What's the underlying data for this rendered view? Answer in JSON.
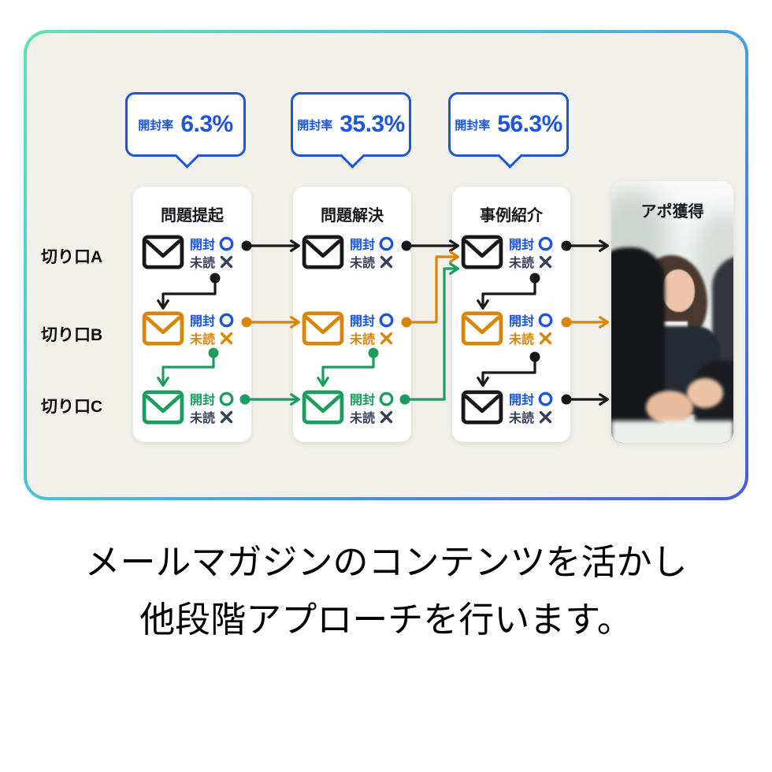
{
  "colors": {
    "panel_border_start": "#5be3b4",
    "panel_border_end": "#4a58e6",
    "panel_background": "#f2f0ea",
    "accent_blue": "#1b55d9",
    "accent_orange": "#d8860a",
    "accent_green": "#1d9c60",
    "ink_navy": "#35405a",
    "ink_black": "#181818"
  },
  "callouts": [
    {
      "label": "開封率",
      "value": "6.3%"
    },
    {
      "label": "開封率",
      "value": "35.3%"
    },
    {
      "label": "開封率",
      "value": "56.3%"
    }
  ],
  "row_labels": [
    "切り口A",
    "切り口B",
    "切り口C"
  ],
  "columns": [
    {
      "title": "問題提起",
      "rows": [
        {
          "opened_label": "開封",
          "unread_label": "未読",
          "mail_color": "black",
          "opened_color": "blue",
          "unread_color": "navy"
        },
        {
          "opened_label": "開封",
          "unread_label": "未読",
          "mail_color": "orange",
          "opened_color": "blue",
          "unread_color": "orange"
        },
        {
          "opened_label": "開封",
          "unread_label": "未読",
          "mail_color": "green",
          "opened_color": "green",
          "unread_color": "navy"
        }
      ]
    },
    {
      "title": "問題解決",
      "rows": [
        {
          "opened_label": "開封",
          "unread_label": "未読",
          "mail_color": "black",
          "opened_color": "blue",
          "unread_color": "navy"
        },
        {
          "opened_label": "開封",
          "unread_label": "未読",
          "mail_color": "orange",
          "opened_color": "blue",
          "unread_color": "orange"
        },
        {
          "opened_label": "開封",
          "unread_label": "未読",
          "mail_color": "green",
          "opened_color": "green",
          "unread_color": "navy"
        }
      ]
    },
    {
      "title": "事例紹介",
      "rows": [
        {
          "opened_label": "開封",
          "unread_label": "未読",
          "mail_color": "black",
          "opened_color": "blue",
          "unread_color": "navy"
        },
        {
          "opened_label": "開封",
          "unread_label": "未読",
          "mail_color": "orange",
          "opened_color": "blue",
          "unread_color": "orange"
        },
        {
          "opened_label": "開封",
          "unread_label": "未読",
          "mail_color": "black",
          "opened_color": "blue",
          "unread_color": "navy"
        }
      ]
    }
  ],
  "photo": {
    "title": "アポ獲得",
    "alt": "商談中のビジネスパーソンの写真"
  },
  "caption": {
    "line1": "メールマガジンのコンテンツを活かし",
    "line2": "他段階アプローチを行います。"
  }
}
